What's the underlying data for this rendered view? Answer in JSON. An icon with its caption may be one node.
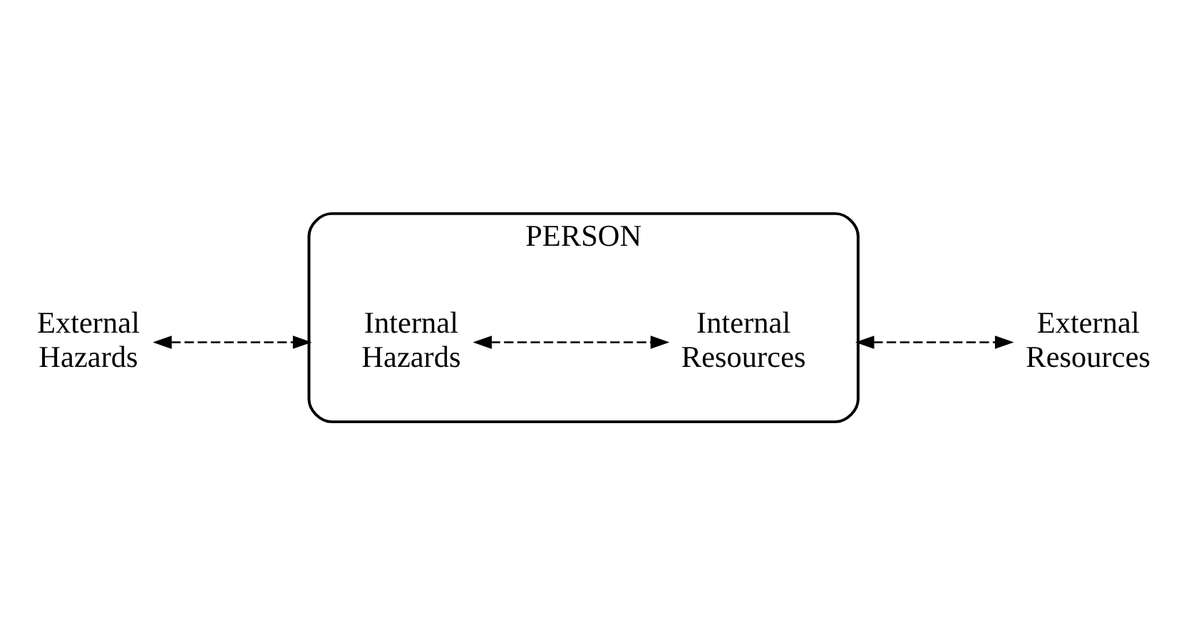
{
  "diagram": {
    "nodes": [
      {
        "text": [
          "PERSON"
        ]
      },
      {
        "text": [
          "External Hazards"
        ]
      },
      {
        "text": [
          "Internal Hazards"
        ],
        "in": 0
      },
      {
        "text": [
          "Internal Resources"
        ],
        "in": 0
      },
      {
        "text": [
          "External Resources"
        ]
      }
    ],
    "edges": [
      {
        "from": 1,
        "to": 0,
        "arrow": "both",
        "style": "dashed"
      },
      {
        "from": 2,
        "to": 3,
        "arrow": "both",
        "style": "dashed"
      },
      {
        "from": 0,
        "to": 4,
        "arrow": "both",
        "style": "dashed"
      }
    ]
  }
}
